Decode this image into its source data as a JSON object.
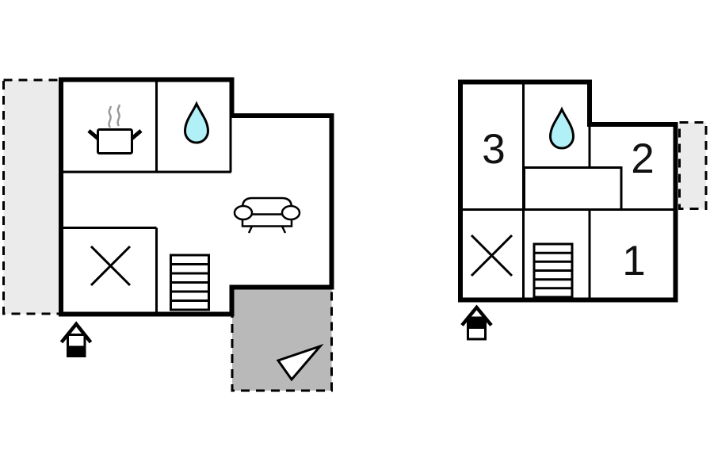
{
  "colors": {
    "wall": "#000000",
    "floor": "#ffffff",
    "terrace": "#b9b9b9",
    "patio": "#ebebeb",
    "water": "#b2f0f7",
    "steam": "#999999",
    "label": "#111111"
  },
  "ground_floor": {
    "icons": [
      "cooking-pot-icon",
      "water-drop-icon",
      "sofa-icon",
      "crossed-lines-icon",
      "stairs-icon",
      "entrance-house-icon",
      "direction-arrow-icon"
    ]
  },
  "first_floor": {
    "rooms": [
      {
        "label": "3"
      },
      {
        "label": "2"
      },
      {
        "label": "1"
      }
    ],
    "icons": [
      "water-drop-icon",
      "crossed-lines-icon",
      "stairs-icon",
      "entrance-house-icon"
    ]
  }
}
